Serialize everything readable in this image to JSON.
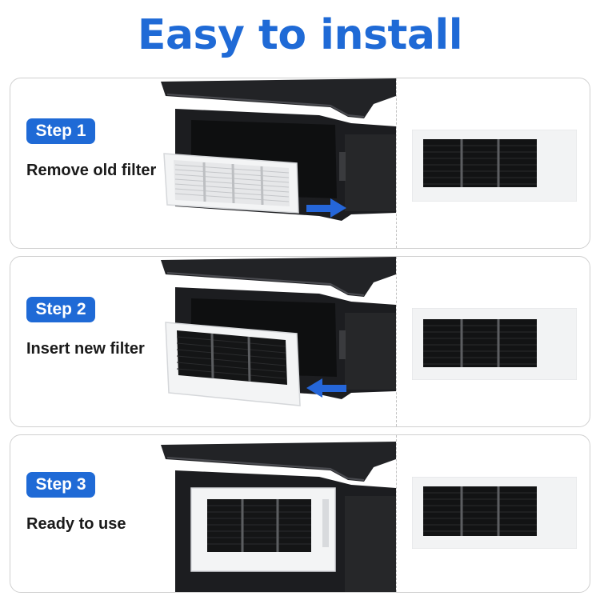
{
  "title": "Easy to install",
  "colors": {
    "title": "#1f6ad6",
    "badge": "#1f6ad6",
    "arrow": "#2566d9",
    "device": "#1e1f22",
    "filter_frame": "#f2f3f4"
  },
  "steps": [
    {
      "badge": "Step 1",
      "caption": "Remove old filter"
    },
    {
      "badge": "Step 2",
      "caption": "Insert new filter"
    },
    {
      "badge": "Step 3",
      "caption": "Ready to use"
    }
  ]
}
